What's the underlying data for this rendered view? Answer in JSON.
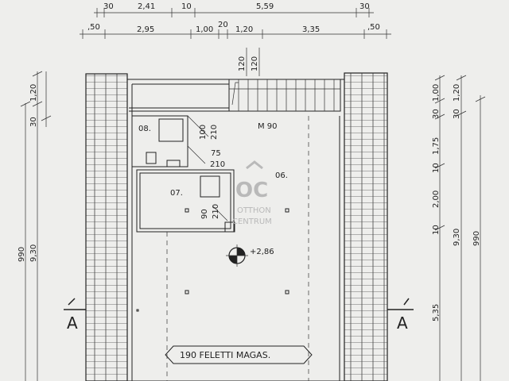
{
  "dims_top_row1": [
    "30",
    "2,41",
    "10",
    "5,59",
    "30"
  ],
  "dims_top_row2": [
    ",50",
    "2,95",
    "1,00",
    "20",
    "1,20",
    "3,35",
    ",50"
  ],
  "dims_vertical_top": [
    "120",
    "120"
  ],
  "dims_left": [
    "990",
    "9,30",
    "30",
    "1,20"
  ],
  "dims_right": [
    "990",
    "9,30",
    "5,35",
    "10",
    "2,00",
    "10",
    "1,75",
    "30",
    "1,00",
    "1,20",
    "30"
  ],
  "rooms": {
    "r08": "08.",
    "r07": "07.",
    "r06": "06.",
    "m90": "M 90",
    "door1_w": "100",
    "door1_h": "210",
    "door2_w": "75",
    "door2_h": "210",
    "door3_w": "90",
    "door3_h": "210"
  },
  "level_mark": "+2,86",
  "section_marks": [
    "A",
    "A"
  ],
  "height_note": "190 FELETTI MAGAS.",
  "watermark": {
    "logo": "OC",
    "line1": "OTTHON",
    "line2": "CENTRUM"
  },
  "colors": {
    "paper": "#eeeeec",
    "ink": "#222222",
    "watermark": "#b9b9b9"
  }
}
